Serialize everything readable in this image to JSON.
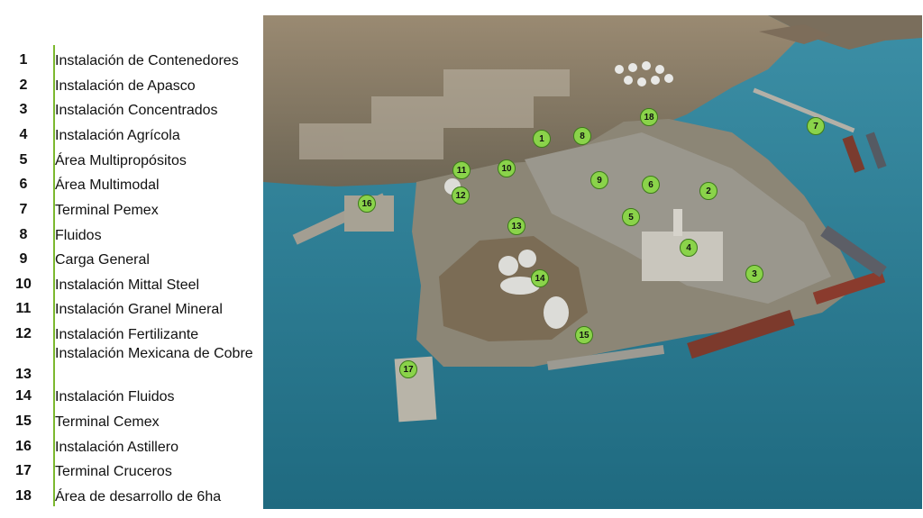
{
  "legend": {
    "accent_color": "#7cb82f",
    "items": [
      {
        "num": "1",
        "label": "Instalación de Contenedores"
      },
      {
        "num": "2",
        "label": "Instalación de Apasco"
      },
      {
        "num": "3",
        "label": "Instalación Concentrados"
      },
      {
        "num": "4",
        "label": "Instalación Agrícola"
      },
      {
        "num": "5",
        "label": "Área Multipropósitos"
      },
      {
        "num": "6",
        "label": "Área Multimodal"
      },
      {
        "num": "7",
        "label": "Terminal Pemex"
      },
      {
        "num": "8",
        "label": "Fluidos"
      },
      {
        "num": "9",
        "label": "Carga General"
      },
      {
        "num": "10",
        "label": "Instalación Mittal Steel"
      },
      {
        "num": "11",
        "label": "Instalación Granel Mineral"
      },
      {
        "num": "12",
        "label": "Instalación Fertilizante"
      },
      {
        "num": "13",
        "label": "Instalación Mexicana de Cobre"
      },
      {
        "num": "14",
        "label": "Instalación Fluidos"
      },
      {
        "num": "15",
        "label": "Terminal Cemex"
      },
      {
        "num": "16",
        "label": "Instalación Astillero"
      },
      {
        "num": "17",
        "label": "Terminal Cruceros"
      },
      {
        "num": "18",
        "label": "Área de desarrollo de 6ha"
      }
    ]
  },
  "map": {
    "marker_color": "#8ad34a",
    "water_color": "#2f7f95",
    "land_color": "#8a7d6a",
    "markers": [
      "1",
      "2",
      "3",
      "4",
      "5",
      "6",
      "7",
      "8",
      "9",
      "10",
      "11",
      "12",
      "13",
      "14",
      "15",
      "16",
      "17",
      "18"
    ]
  }
}
